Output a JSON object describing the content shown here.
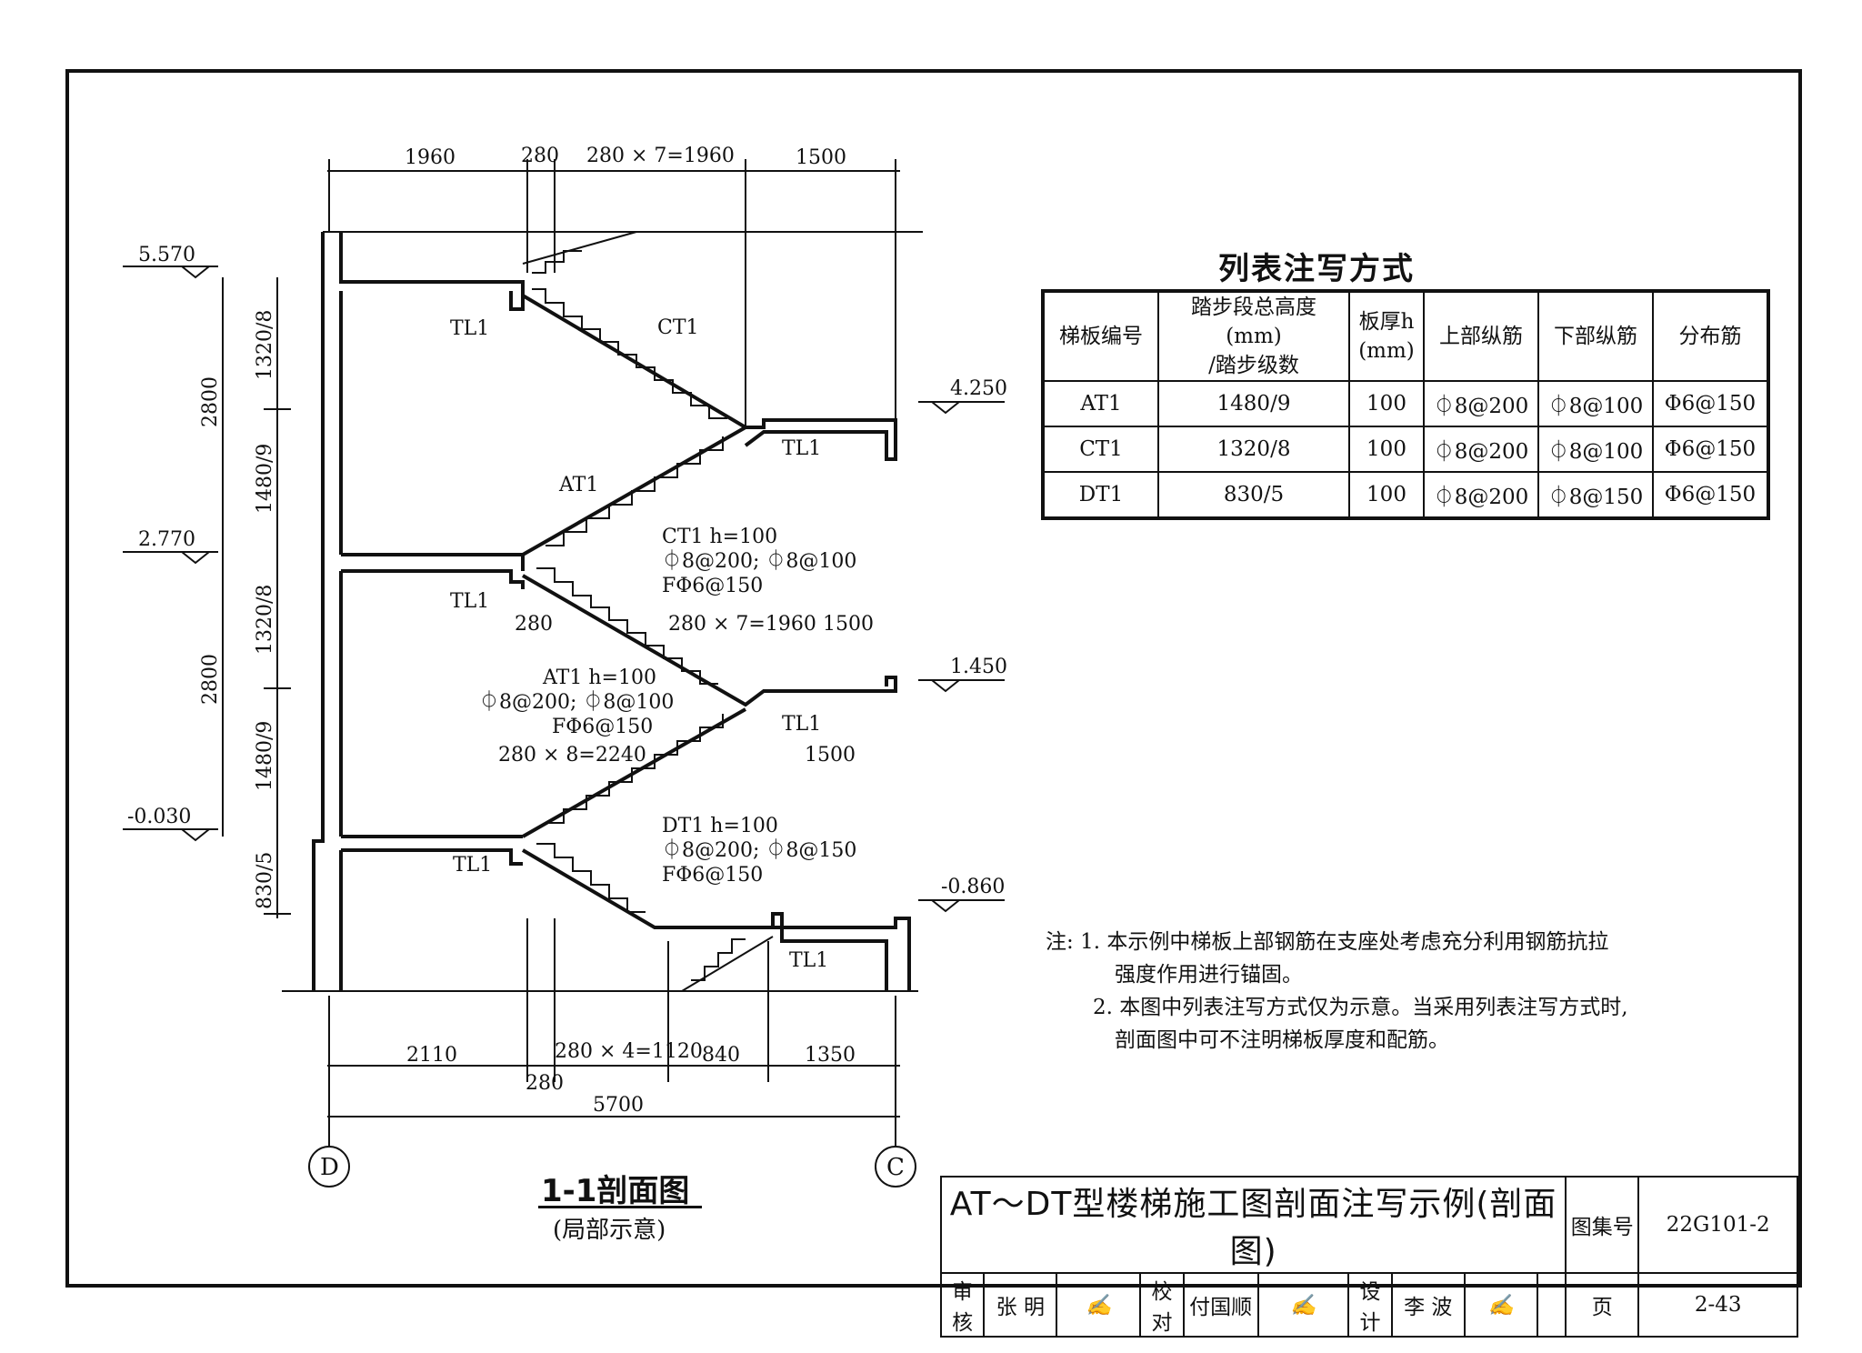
{
  "table": {
    "title": "列表注写方式",
    "headers": [
      "梯板编号",
      "踏步段总高度(mm)\n/踏步级数",
      "板厚h\n(mm)",
      "上部纵筋",
      "下部纵筋",
      "分布筋"
    ],
    "rows": [
      [
        "AT1",
        "1480/9",
        "100",
        "⏀8@200",
        "⏀8@100",
        "Φ6@150"
      ],
      [
        "CT1",
        "1320/8",
        "100",
        "⏀8@200",
        "⏀8@100",
        "Φ6@150"
      ],
      [
        "DT1",
        "830/5",
        "100",
        "⏀8@200",
        "⏀8@150",
        "Φ6@150"
      ]
    ]
  },
  "notes": {
    "prefix": "注:",
    "n1a": "1.  本示例中梯板上部钢筋在支座处考虑充分利用钢筋抗拉",
    "n1b": "强度作用进行锚固。",
    "n2a": "2.  本图中列表注写方式仅为示意。当采用列表注写方式时,",
    "n2b": "剖面图中可不注明梯板厚度和配筋。"
  },
  "section": {
    "title": "1-1剖面图",
    "subtitle": "(局部示意)",
    "axis_left": "D",
    "axis_right": "C"
  },
  "dims": {
    "top": [
      "1960",
      "280",
      "280 × 7=1960",
      "1500"
    ],
    "bottom": [
      "2110",
      "280 × 4=1120",
      "840",
      "1350"
    ],
    "bottom_280": "280",
    "total": "5700",
    "mid1": [
      "280",
      "280 × 7=1960",
      "1500"
    ],
    "mid2": [
      "280 × 8=2240",
      "1500"
    ],
    "left_outer": [
      "2800",
      "2800"
    ],
    "left_inner": [
      "1320/8",
      "1480/9",
      "1320/8",
      "1480/9",
      "830/5"
    ]
  },
  "elevations": [
    "5.570",
    "2.770",
    "-0.030",
    "4.250",
    "1.450",
    "-0.860"
  ],
  "labels": {
    "tl1": "TL1",
    "ct1": "CT1",
    "at1": "AT1",
    "ct1_spec": [
      "CT1 h=100",
      "⏀8@200; ⏀8@100",
      "FΦ6@150"
    ],
    "at1_spec": [
      "AT1 h=100",
      "⏀8@200; ⏀8@100",
      "FΦ6@150"
    ],
    "dt1_spec": [
      "DT1 h=100",
      "⏀8@200; ⏀8@150",
      "FΦ6@150"
    ]
  },
  "title_block": {
    "drawing_title": "AT～DT型楼梯施工图剖面注写示例(剖面图)",
    "atlas_label": "图集号",
    "atlas_no": "22G101-2",
    "review": "审核",
    "reviewer": "张 明",
    "check": "校对",
    "checker": "付国顺",
    "design": "设计",
    "designer": "李 波",
    "page_label": "页",
    "page_no": "2-43"
  }
}
